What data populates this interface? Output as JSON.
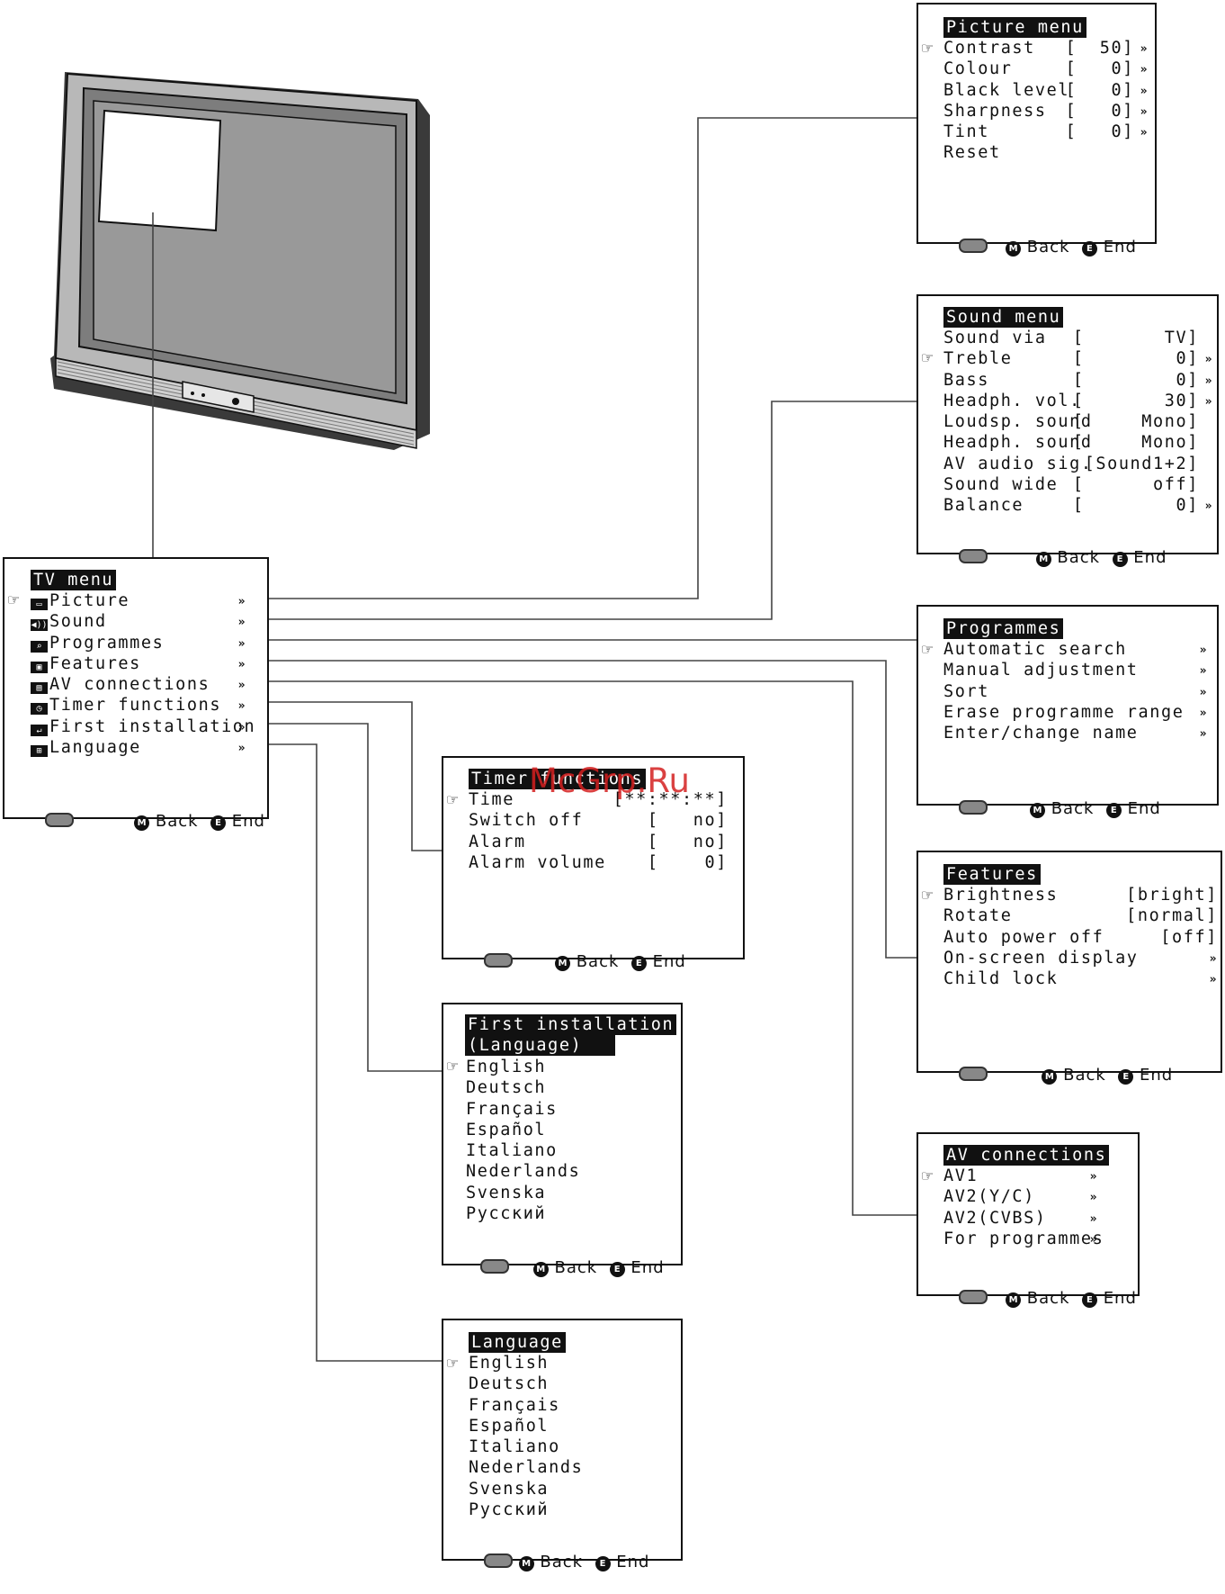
{
  "nav": {
    "pointer_icon": "hand-pointer-icon",
    "joystick_icon": "joystick-icon",
    "back_key_icon": "M",
    "end_key_icon": "E",
    "back_label": "Back",
    "end_label": "End"
  },
  "watermark": "McGrp.Ru",
  "tv_menu": {
    "title": "TV menu",
    "items": [
      {
        "label": "Picture",
        "icon": "monitor-icon",
        "glyph": "▭",
        "more": "»"
      },
      {
        "label": "Sound",
        "icon": "speaker-icon",
        "glyph": "◀))",
        "more": "»"
      },
      {
        "label": "Programmes",
        "icon": "programmes-icon",
        "glyph": "⌕",
        "more": "»"
      },
      {
        "label": "Features",
        "icon": "features-icon",
        "glyph": "▣",
        "more": "»"
      },
      {
        "label": "AV connections",
        "icon": "av-connector-icon",
        "glyph": "▤",
        "more": "»"
      },
      {
        "label": "Timer functions",
        "icon": "clock-icon",
        "glyph": "◷",
        "more": "»"
      },
      {
        "label": "First installation",
        "icon": "return-arrow-icon",
        "glyph": "↵",
        "more": "»"
      },
      {
        "label": "Language",
        "icon": "language-icon",
        "glyph": "⊞",
        "more": "»"
      }
    ]
  },
  "picture_menu": {
    "title": "Picture menu",
    "items": [
      {
        "label": "Contrast",
        "value": "[  50]",
        "more": "»"
      },
      {
        "label": "Colour",
        "value": "[   0]",
        "more": "»"
      },
      {
        "label": "Black level",
        "value": "[   0]",
        "more": "»"
      },
      {
        "label": "Sharpness",
        "value": "[   0]",
        "more": "»"
      },
      {
        "label": "Tint",
        "value": "[   0]",
        "more": "»"
      },
      {
        "label": "Reset",
        "value": "",
        "more": ""
      }
    ]
  },
  "sound_menu": {
    "title": "Sound menu",
    "items": [
      {
        "label": "Sound via",
        "value": "[       TV]",
        "more": ""
      },
      {
        "label": "Treble",
        "value": "[        0]",
        "more": "»"
      },
      {
        "label": "Bass",
        "value": "[        0]",
        "more": "»"
      },
      {
        "label": "Headph. vol.",
        "value": "[       30]",
        "more": "»"
      },
      {
        "label": "Loudsp. sound",
        "value": "[     Mono]",
        "more": ""
      },
      {
        "label": "Headph. sound",
        "value": "[     Mono]",
        "more": ""
      },
      {
        "label": "AV audio sig.",
        "value": "[Sound1+2]",
        "more": ""
      },
      {
        "label": "Sound wide",
        "value": "[      off]",
        "more": ""
      },
      {
        "label": "Balance",
        "value": "[        0]",
        "more": "»"
      }
    ]
  },
  "programmes_menu": {
    "title": "Programmes",
    "items": [
      {
        "label": "Automatic search",
        "more": "»"
      },
      {
        "label": "Manual adjustment",
        "more": "»"
      },
      {
        "label": "Sort",
        "more": "»"
      },
      {
        "label": "Erase programme range",
        "more": "»"
      },
      {
        "label": "Enter/change name",
        "more": "»"
      }
    ]
  },
  "features_menu": {
    "title": "Features",
    "items": [
      {
        "label": "Brightness",
        "value": "[bright]",
        "more": ""
      },
      {
        "label": "Rotate",
        "value": "[normal]",
        "more": ""
      },
      {
        "label": "Auto power off",
        "value": "[off]",
        "more": ""
      },
      {
        "label": "On-screen display",
        "value": "",
        "more": "»"
      },
      {
        "label": "Child lock",
        "value": "",
        "more": "»"
      }
    ]
  },
  "av_menu": {
    "title": "AV connections",
    "items": [
      {
        "label": "AV1",
        "more": "»"
      },
      {
        "label": "AV2(Y/C)",
        "more": "»"
      },
      {
        "label": "AV2(CVBS)",
        "more": "»"
      },
      {
        "label": "For programmes",
        "more": "»"
      }
    ]
  },
  "timer_menu": {
    "title": "Timer functions",
    "items": [
      {
        "label": "Time",
        "value": "[**:**:**]"
      },
      {
        "label": "Switch off",
        "value": "[   no]"
      },
      {
        "label": "Alarm",
        "value": "[   no]"
      },
      {
        "label": "Alarm volume",
        "value": "[    0]"
      }
    ]
  },
  "first_install_menu": {
    "title_line1": "First installation",
    "title_line2": "(Language)",
    "items": [
      "English",
      "Deutsch",
      "Français",
      "Español",
      "Italiano",
      "Nederlands",
      "Svenska",
      "Русский"
    ]
  },
  "language_menu": {
    "title": "Language",
    "items": [
      "English",
      "Deutsch",
      "Français",
      "Español",
      "Italiano",
      "Nederlands",
      "Svenska",
      "Русский"
    ]
  },
  "colors": {
    "wire": "#444444",
    "tv_frame": "#9a9a9a",
    "tv_screen": "#8f8f8f",
    "title_bg": "#111111"
  }
}
